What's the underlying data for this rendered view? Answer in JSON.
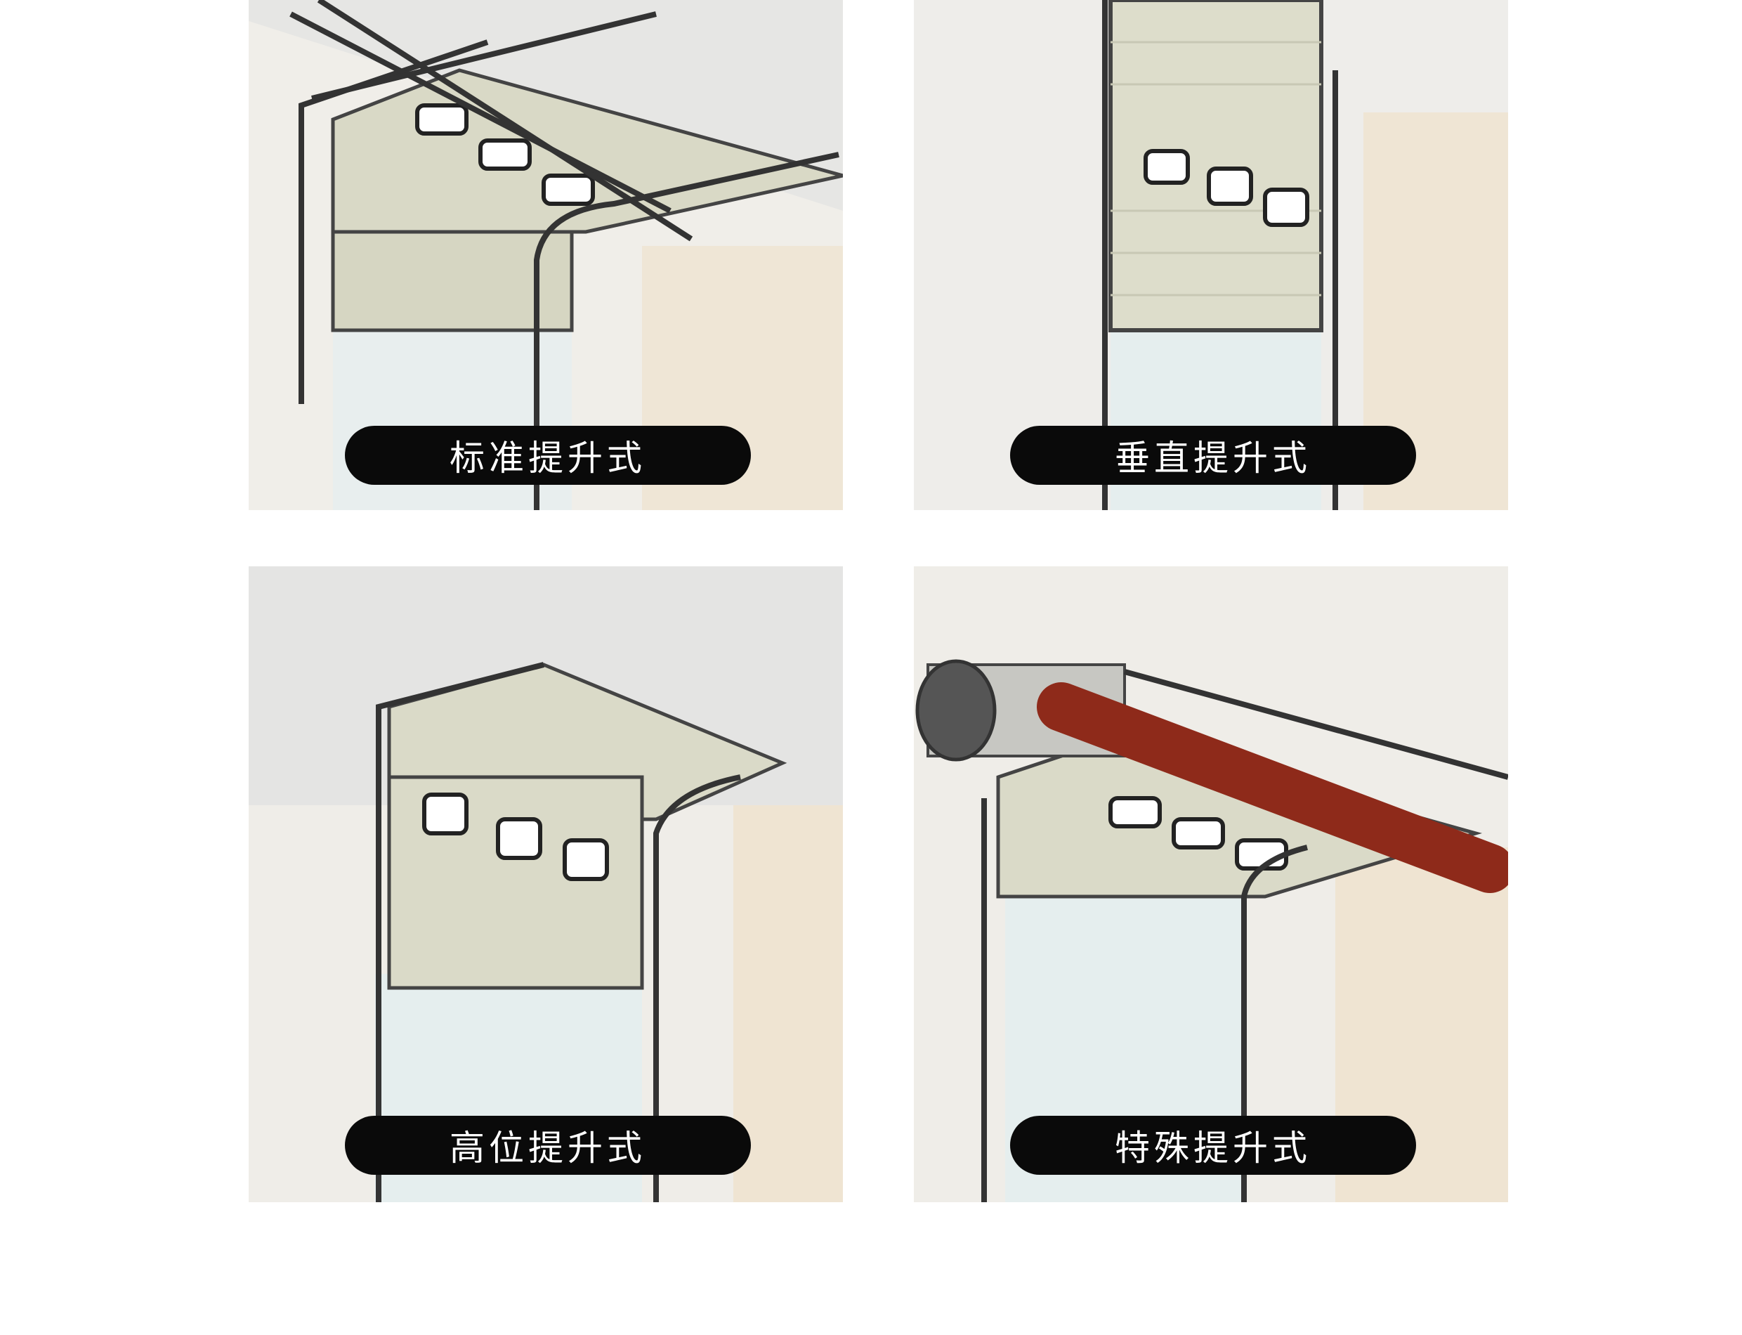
{
  "panels": [
    {
      "label": "标准提升式"
    },
    {
      "label": "垂直提升式"
    },
    {
      "label": "高位提升式"
    },
    {
      "label": "特殊提升式"
    }
  ],
  "colors": {
    "pill": "#0a0a0a",
    "pill_text": "#ffffff",
    "drum_red": "#8e2a1a",
    "door_panel": "#dcdcc8"
  }
}
